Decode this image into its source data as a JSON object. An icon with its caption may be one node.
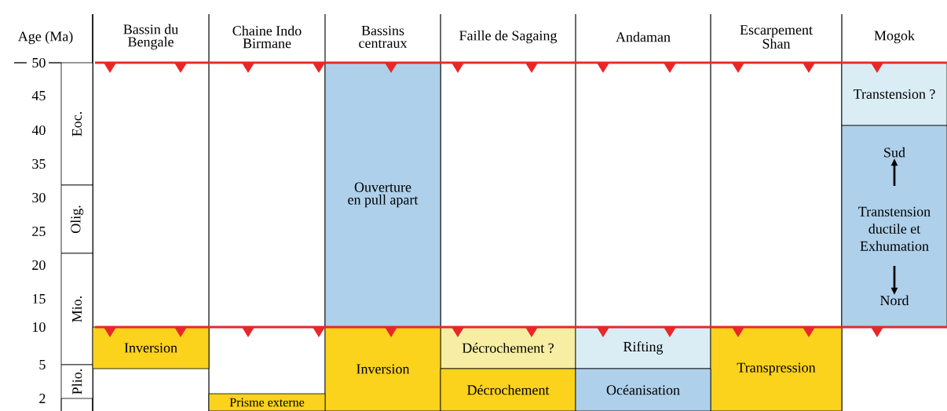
{
  "diagram": {
    "nodes": [
      {
        "text": [
          "Eoc."
        ]
      },
      {
        "text": [
          "Olig."
        ]
      },
      {
        "text": [
          "Mio."
        ]
      },
      {
        "text": [
          "Plio."
        ]
      },
      {
        "text": [
          "Ouverture en pull apart"
        ]
      },
      {
        "text": [
          "Transtension ?"
        ]
      },
      {
        "text": [
          "Sud",
          "Transtension ductile et Exhumation",
          "Nord"
        ]
      },
      {
        "text": [
          "Inversion"
        ]
      },
      {
        "text": [
          "Décrochement ?"
        ]
      },
      {
        "text": [
          "Rifting"
        ]
      },
      {
        "text": [
          "Transpression"
        ]
      },
      {
        "text": [
          "Inversion"
        ]
      },
      {
        "text": [
          "Décrochement"
        ]
      },
      {
        "text": [
          "Océanisation"
        ]
      },
      {
        "text": [
          "Prisme externe"
        ]
      }
    ],
    "labels": [
      "Age (Ma)",
      "Bassin du Bengale",
      "Chaine Indo Birmane",
      "Bassins centraux",
      "Faille de Sagaing",
      "Andaman",
      "Escarpement Shan",
      "Mogok",
      "50",
      "45",
      "40",
      "35",
      "30",
      "25",
      "20",
      "15",
      "10",
      "5",
      "2"
    ]
  }
}
